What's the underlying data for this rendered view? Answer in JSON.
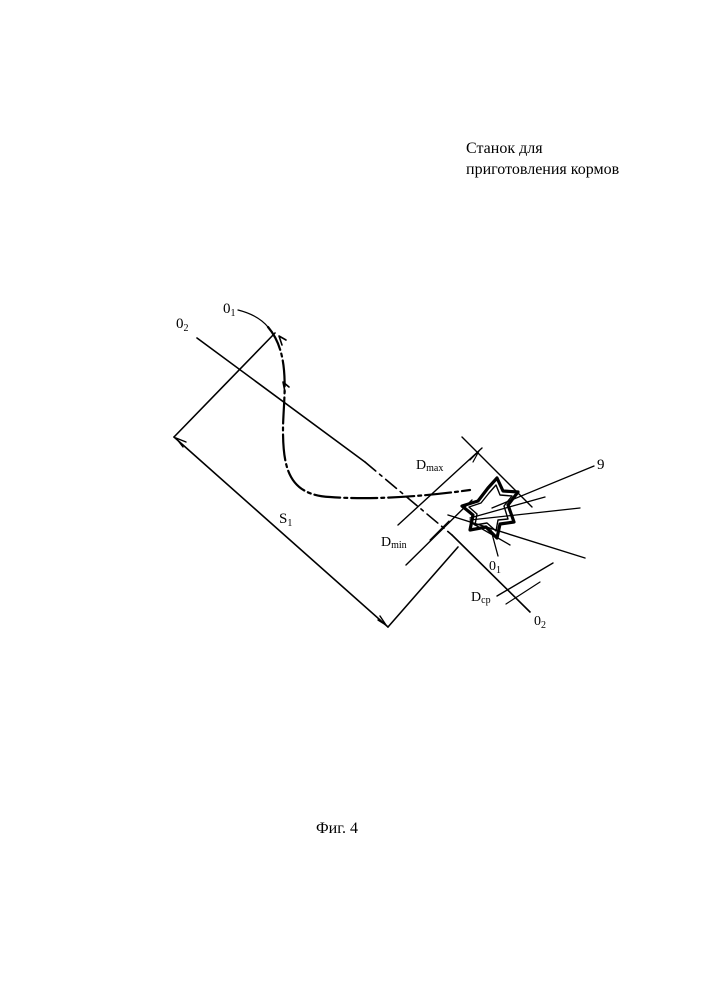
{
  "header": {
    "title_line1": "Станок для",
    "title_line2": "приготовления кормов"
  },
  "figure": {
    "labels": {
      "o1_top_main": "0",
      "o1_top_sub": "1",
      "o2_left_main": "0",
      "o2_left_sub": "2",
      "d_max_main": "D",
      "d_max_sub": "max",
      "d_min_main": "D",
      "d_min_sub": "min",
      "s1_main": "S",
      "s1_sub": "1",
      "ref_9": "9",
      "o1_bottom_main": "0",
      "o1_bottom_sub": "1",
      "d_cp_main": "D",
      "d_cp_sub": "cp",
      "o2_bottom_main": "0",
      "o2_bottom_sub": "2"
    }
  },
  "caption": "Фиг. 4"
}
